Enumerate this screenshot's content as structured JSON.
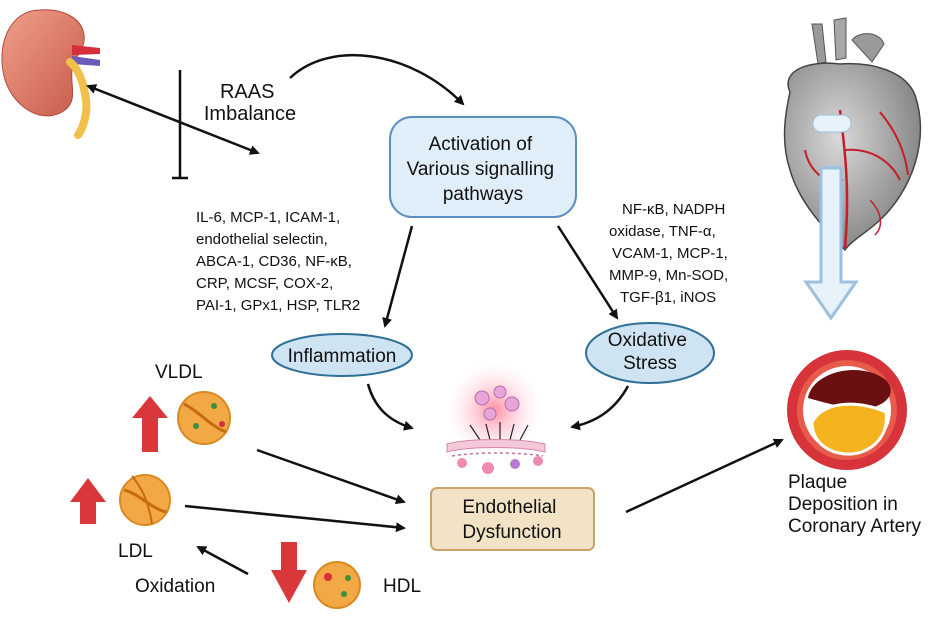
{
  "raas": [
    "RAAS",
    "Imbalance"
  ],
  "activation_box": [
    "Activation of",
    "Various signalling",
    "pathways"
  ],
  "inflammation_markers": [
    "IL-6, MCP-1, ICAM-1,",
    "endothelial selectin,",
    "ABCA-1, CD36, NF-κB,",
    "CRP, MCSF, COX-2,",
    "PAI-1, GPx1, HSP, TLR2"
  ],
  "oxidative_markers": [
    "NF-κB, NADPH",
    "oxidase, TNF-α,",
    "VCAM-1, MCP-1,",
    "MMP-9, Mn-SOD,",
    "TGF-β1, iNOS"
  ],
  "inflammation": "Inflammation",
  "oxidative_stress": [
    "Oxidative",
    "Stress"
  ],
  "endothelial_dysfunction": [
    "Endothelial",
    "Dysfunction"
  ],
  "vldl": "VLDL",
  "ldl": "LDL",
  "hdl": "HDL",
  "oxidation": "Oxidation",
  "plaque": [
    "Plaque",
    "Deposition in",
    "Coronary Artery"
  ],
  "colors": {
    "box_fill": "#dfeef8",
    "box_stroke": "#5b8fbf",
    "ellipse_fill": "#cfe4f3",
    "ellipse_stroke": "#2f6f98",
    "dysfunction_fill": "#f3e3c6",
    "dysfunction_stroke": "#c9a46b",
    "up_arrow": "#d9373a",
    "down_arrow": "#d9373a",
    "lipoprotein": "#f2a844",
    "artery_ring": "#d6333b",
    "plaque_yellow": "#f6b320"
  }
}
